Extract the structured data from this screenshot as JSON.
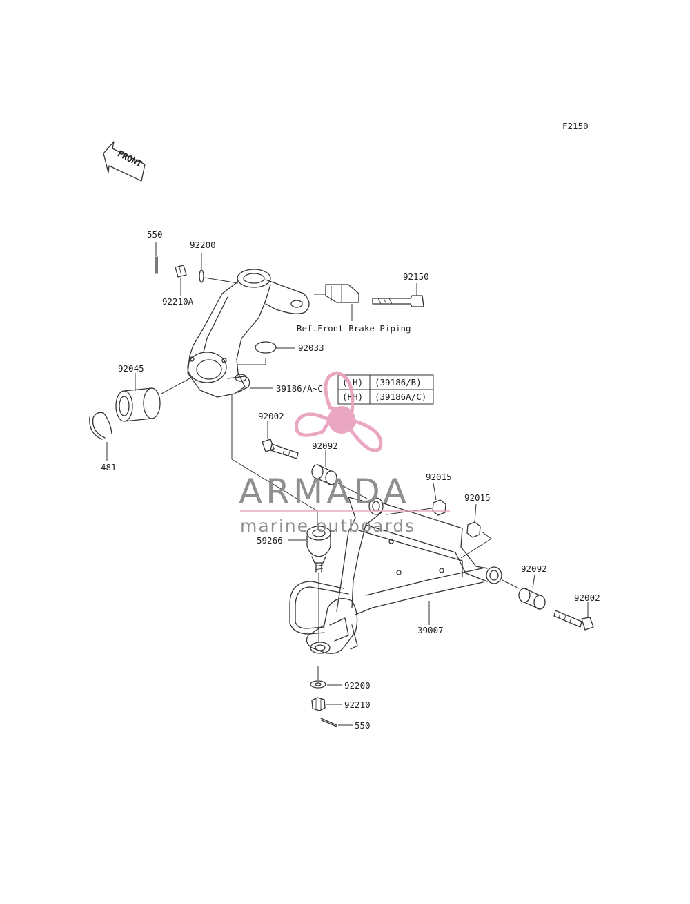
{
  "figure_code": "F2150",
  "front_label": "FRONT",
  "ref_note": "Ref.Front Brake Piping",
  "parts": {
    "p550_top": "550",
    "p92200_top": "92200",
    "p92210A": "92210A",
    "p92150": "92150",
    "p92033": "92033",
    "p92045": "92045",
    "p39186": "39186/A~C",
    "p481": "481",
    "p92002_left": "92002",
    "p92092_left": "92092",
    "p92015_left": "92015",
    "p92015_right": "92015",
    "p59266": "59266",
    "p92092_right": "92092",
    "p92002_right": "92002",
    "p39007": "39007",
    "p92200_bottom": "92200",
    "p92210": "92210",
    "p550_bottom": "550"
  },
  "variant_table": [
    {
      "side": "(LH)",
      "part": "(39186/B)"
    },
    {
      "side": "(RH)",
      "part": "(39186A/C)"
    }
  ],
  "watermark": {
    "brand": "ARMADA",
    "tagline": "marine outboards",
    "accent_color": "#e9a3bf",
    "text_color": "#8a8a8a"
  }
}
